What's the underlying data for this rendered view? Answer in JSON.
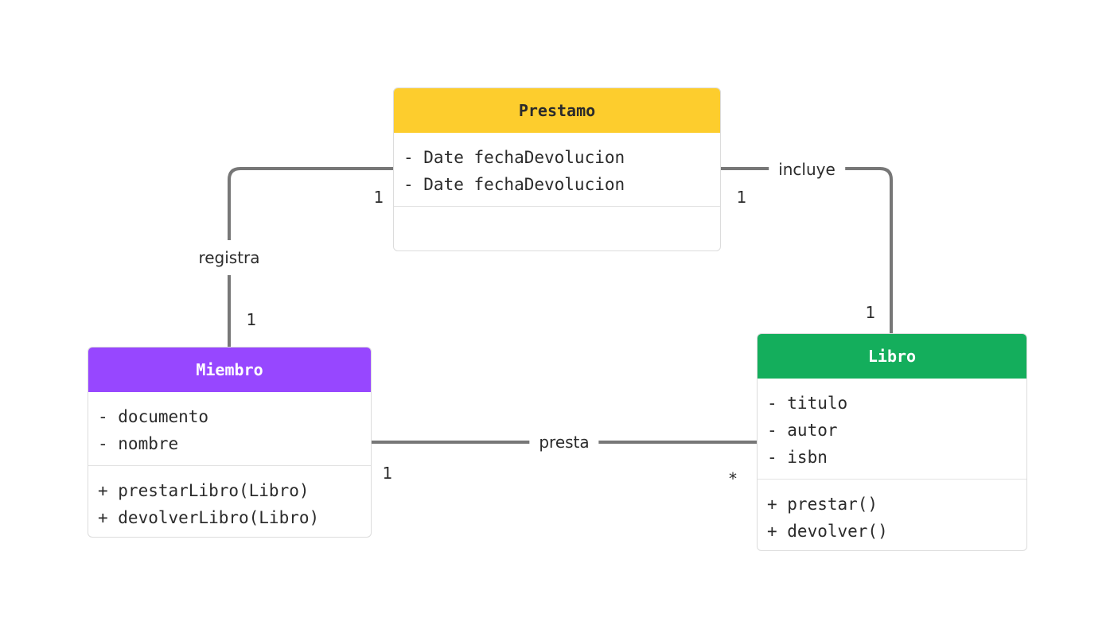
{
  "colors": {
    "prestamo": "#FDCD2D",
    "miembro": "#9747FF",
    "libro": "#14AE5C",
    "connector": "#777777"
  },
  "classes": {
    "prestamo": {
      "name": "Prestamo",
      "attributes": [
        "- Date fechaDevolucion",
        "- Date fechaDevolucion"
      ],
      "methods": []
    },
    "miembro": {
      "name": "Miembro",
      "attributes": [
        "- documento",
        "- nombre"
      ],
      "methods": [
        "+ prestarLibro(Libro)",
        "+ devolverLibro(Libro)"
      ]
    },
    "libro": {
      "name": "Libro",
      "attributes": [
        "- titulo",
        "- autor",
        "- isbn"
      ],
      "methods": [
        "+ prestar()",
        "+ devolver()"
      ]
    }
  },
  "associations": {
    "registra": {
      "label": "registra",
      "from": "Prestamo",
      "to": "Miembro",
      "from_mult": "1",
      "to_mult": "1"
    },
    "incluye": {
      "label": "incluye",
      "from": "Prestamo",
      "to": "Libro",
      "from_mult": "1",
      "to_mult": "1"
    },
    "presta": {
      "label": "presta",
      "from": "Miembro",
      "to": "Libro",
      "from_mult": "1",
      "to_mult": "*"
    }
  }
}
